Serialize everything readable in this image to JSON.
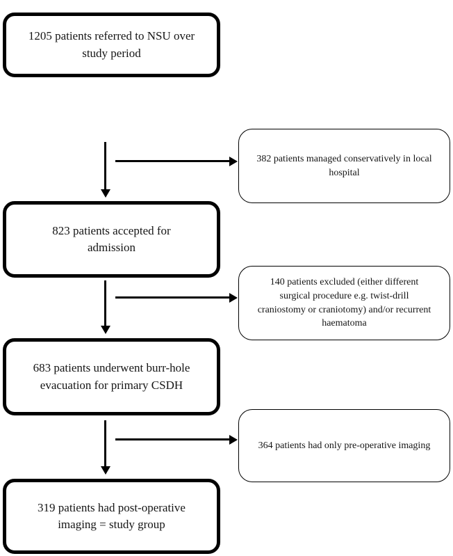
{
  "colors": {
    "background": "#ffffff",
    "box_border": "#000000",
    "arrow": "#000000",
    "text": "#151515"
  },
  "flowchart": {
    "main_boxes": [
      {
        "id": "referred",
        "label": "1205 patients referred to NSU over\nstudy period"
      },
      {
        "id": "accepted",
        "label": "823 patients accepted for\nadmission"
      },
      {
        "id": "burr_hole",
        "label": "683 patients underwent burr-hole\nevacuation for primary CSDH"
      },
      {
        "id": "study_group",
        "label": "319 patients had post-operative\nimaging = study group"
      }
    ],
    "side_boxes": [
      {
        "id": "conservative",
        "label": "382 patients managed conservatively in local\nhospital"
      },
      {
        "id": "excluded",
        "label": "140 patients excluded (either different\nsurgical procedure e.g. twist-drill\ncraniostomy or craniotomy) and/or recurrent\nhaematoma"
      },
      {
        "id": "pre_op_only",
        "label": "364 patients had only pre-operative imaging"
      }
    ]
  }
}
